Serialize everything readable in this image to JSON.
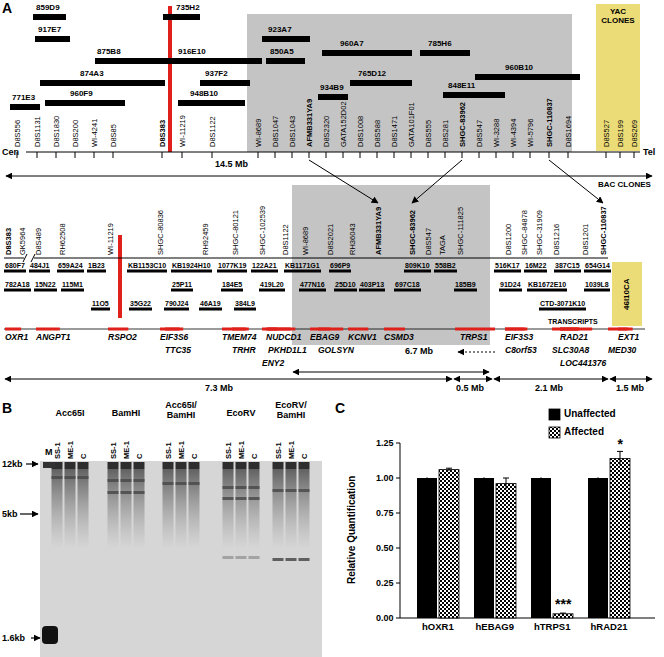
{
  "diagram": {
    "nodes": [
      {
        "text": [
          "YAC CLONES"
        ]
      },
      {
        "text": [
          "46I10CA"
        ]
      }
    ],
    "labels": [
      "A",
      "859D9",
      "735H2",
      "917E7",
      "923A7",
      "875B8",
      "916E10",
      "850A5",
      "960A7",
      "785H6",
      "874A3",
      "937F2",
      "765D12",
      "960B10",
      "934B9",
      "848E11",
      "771E3",
      "960F9",
      "948B10",
      "D8S556",
      "D8S1131",
      "D8S1830",
      "D8S200",
      "WI-4241",
      "D8S85",
      "D8S383",
      "WI-11219",
      "D8S1122",
      "WI-8689",
      "D8S1047",
      "D8S1043",
      "AFMB331YA9",
      "D8S2320",
      "GATA152D02",
      "D8S1008",
      "D8S588",
      "D8S1471",
      "GATA101F01",
      "D8S555",
      "D8S281",
      "SHGC-83962",
      "D8S547",
      "WI-3288",
      "WI-4394",
      "WI-5796",
      "SHGC-110837",
      "D8S1694",
      "D8S527",
      "D8S199",
      "D8S269",
      "Cen",
      "Tel",
      "14.5 Mb",
      "BAC CLONES",
      "D8S383",
      "GK5964",
      "D8S489",
      "RH62508",
      "WI-11219",
      "SHGC-80836",
      "RH92459",
      "SHGC-80121",
      "SHGC-102539",
      "D8S1122",
      "WI-8689",
      "D8S2021",
      "RH36043",
      "AFMB331YA9",
      "SHGC-83962",
      "D8S547",
      "TAGA",
      "SHGC-111825",
      "D8S1200",
      "SHGC-84878",
      "SHGC-31909",
      "D8S1216",
      "D8S1201",
      "SHGC-110837",
      "680F7",
      "484J1",
      "659A24",
      "1B23",
      "KB1153C10",
      "KB1924H10",
      "1077K19",
      "122A21",
      "KB1171G1",
      "696P9",
      "809K10",
      "558B2",
      "516K17",
      "16M22",
      "387C15",
      "654G14",
      "782A18",
      "15N22",
      "115M1",
      "25P11",
      "184E5",
      "419L20",
      "477N16",
      "25D10",
      "403P13",
      "697C18",
      "185B9",
      "91D24",
      "KB1672E10",
      "1039L8",
      "11O5",
      "35G22",
      "790J24",
      "46A19",
      "384L9",
      "CTD-3071K10",
      "TRANSCRIPTS",
      "OXR1",
      "ANGPT1",
      "RSPO2",
      "EIF3S6",
      "TMEM74",
      "NUDCD1",
      "EBAG9",
      "KCNV1",
      "CSMD3",
      "TRPS1",
      "EIF3S3",
      "RAD21",
      "EXT1",
      "TTC35",
      "TRHR",
      "PKHD1L1",
      "GOLSYN",
      "C8orf53",
      "SLC30A8",
      "MED30",
      "ENY2",
      "LOC441376",
      "6.7 Mb",
      "7.3 Mb",
      "0.5 Mb",
      "2.1 Mb",
      "1.5 Mb",
      "B",
      "Acc65I",
      "BamHI",
      "Acc65I/ BamHI",
      "EcoRV",
      "EcoRV/ BamHI",
      "SS-1",
      "ME-1",
      "C",
      "SS-1",
      "ME-1",
      "C",
      "SS-1",
      "ME-1",
      "C",
      "SS-1",
      "ME-1",
      "C",
      "SS-1",
      "ME-1",
      "C",
      "M",
      "12kb",
      "5kb",
      "1.6kb",
      "C",
      "0.00",
      "0.25",
      "0.50",
      "0.75",
      "1.00",
      "1.25",
      "Relative Quantification",
      "hOXR1",
      "hEBAG9",
      "hTRPS1",
      "hRAD21",
      "***",
      "*"
    ],
    "legend": [
      {
        "text": "Unaffected",
        "color": "#000000"
      },
      {
        "text": "Affected"
      }
    ]
  }
}
